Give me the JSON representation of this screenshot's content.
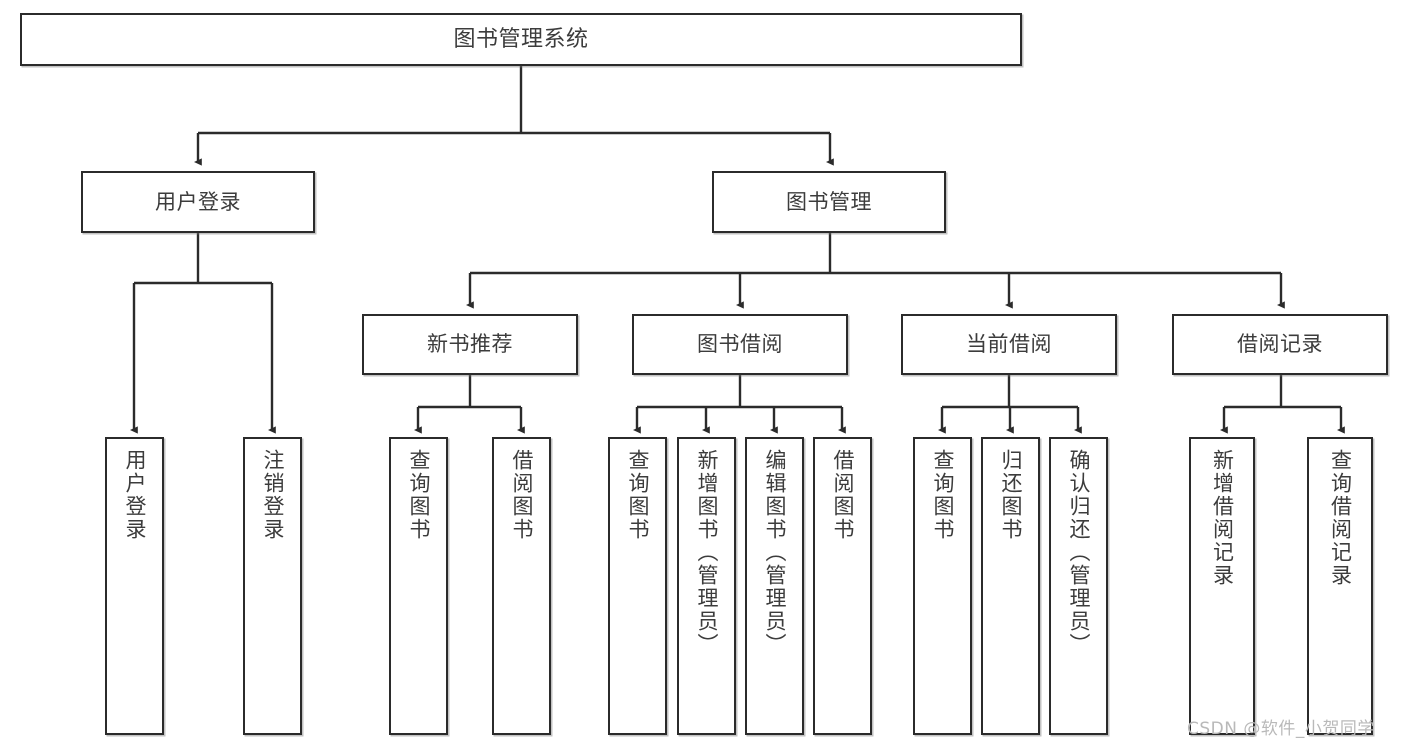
{
  "diagram": {
    "type": "tree-hierarchy",
    "title": "图书管理系统",
    "root": {
      "id": "root",
      "label": "图书管理系统"
    },
    "level2": [
      {
        "id": "user-login",
        "label": "用户登录"
      },
      {
        "id": "book-manage",
        "label": "图书管理"
      }
    ],
    "level3": [
      {
        "id": "new-book-recommend",
        "label": "新书推荐",
        "parent": "book-manage"
      },
      {
        "id": "book-borrow",
        "label": "图书借阅",
        "parent": "book-manage"
      },
      {
        "id": "current-borrow",
        "label": "当前借阅",
        "parent": "book-manage"
      },
      {
        "id": "borrow-record",
        "label": "借阅记录",
        "parent": "book-manage"
      }
    ],
    "leaves": {
      "user_login": [
        {
          "id": "leaf-user-login",
          "label": "用户登录"
        },
        {
          "id": "leaf-logout-login",
          "label": "注销登录"
        }
      ],
      "new_book_recommend": [
        {
          "id": "leaf-query-book-1",
          "label": "查询图书"
        },
        {
          "id": "leaf-borrow-book-1",
          "label": "借阅图书"
        }
      ],
      "book_borrow": [
        {
          "id": "leaf-query-book-2",
          "label": "查询图书"
        },
        {
          "id": "leaf-add-book-admin",
          "label": "新增图书（管理员）"
        },
        {
          "id": "leaf-edit-book-admin",
          "label": "编辑图书（管理员）"
        },
        {
          "id": "leaf-borrow-book-2",
          "label": "借阅图书"
        }
      ],
      "current_borrow": [
        {
          "id": "leaf-query-book-3",
          "label": "查询图书"
        },
        {
          "id": "leaf-return-book",
          "label": "归还图书"
        },
        {
          "id": "leaf-confirm-return-admin",
          "label": "确认归还（管理员）"
        }
      ],
      "borrow_record": [
        {
          "id": "leaf-add-borrow-record",
          "label": "新增借阅记录"
        },
        {
          "id": "leaf-query-borrow-record",
          "label": "查询借阅记录"
        }
      ]
    }
  },
  "watermark": {
    "text": "CSDN @软件_小贺同学"
  },
  "colors": {
    "stroke": "#2b2b2b",
    "text": "#3c3c3c",
    "background": "#ffffff",
    "watermark": "#b9b9b9"
  }
}
